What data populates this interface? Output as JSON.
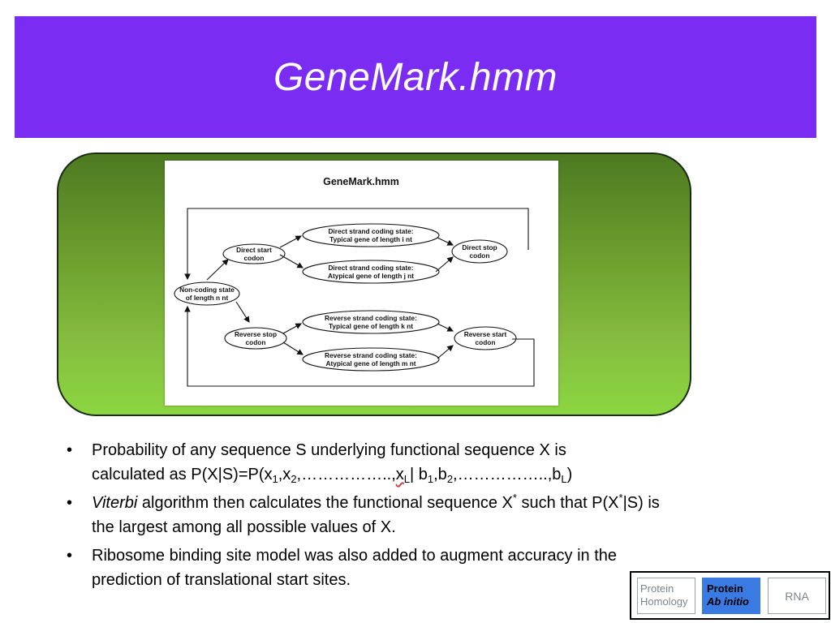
{
  "slide": {
    "title": "GeneMark.hmm"
  },
  "figure": {
    "title": "GeneMark.hmm",
    "states": {
      "direct_start": [
        "Direct start",
        "codon"
      ],
      "direct_typical": [
        "Direct strand coding state:",
        "Typical gene of length i nt"
      ],
      "direct_atypical": [
        "Direct strand coding state:",
        "Atypical gene of length j nt"
      ],
      "direct_stop": [
        "Direct stop",
        "codon"
      ],
      "noncoding": [
        "Non-coding state",
        "of length n nt"
      ],
      "reverse_stop": [
        "Reverse stop",
        "codon"
      ],
      "reverse_typical": [
        "Reverse strand coding state:",
        "Typical gene of length k nt"
      ],
      "reverse_atypical": [
        "Reverse strand coding state:",
        "Atypical gene of length m nt"
      ],
      "reverse_start": [
        "Reverse start",
        "codon"
      ]
    }
  },
  "bullets": {
    "b1_line1": "Probability of any sequence S underlying functional sequence X is",
    "b1_pre": "calculated as P(X|S)=P(x",
    "b1_sub1": "1",
    "b1_comma1": ",x",
    "b1_sub2": "2",
    "b1_dots1": ",……………..,",
    "b1_xl": "x",
    "b1_subL1": "L",
    "b1_mid": "| b",
    "b1_sub3": "1",
    "b1_comma2": ",b",
    "b1_sub4": "2",
    "b1_dots2": ",……………..,b",
    "b1_subL2": "L",
    "b1_end": ")",
    "b2_italic": "Viterbi",
    "b2_rest1": " algorithm then calculates the functional sequence X",
    "b2_sup1": "*",
    "b2_rest2": " such that P(X",
    "b2_sup2": "*",
    "b2_rest3": "|S) is the largest among all possible values of X.",
    "b3": "Ribosome binding site model was also added to augment  accuracy in the prediction of  translational start sites."
  },
  "legend": {
    "cell1_line1": "Protein",
    "cell1_line2": "Homology",
    "cell2_line1": "Protein",
    "cell2_line2": "Ab initio",
    "cell3": "RNA"
  }
}
